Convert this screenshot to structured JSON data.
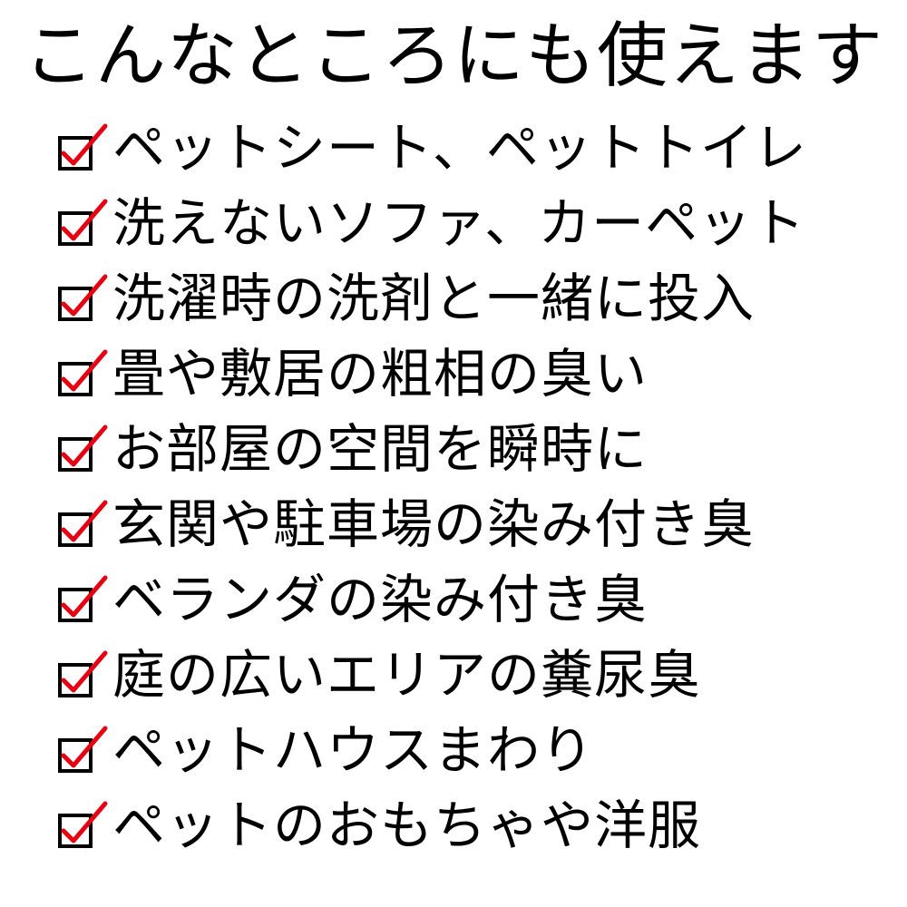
{
  "title": "こんなところにも使えます",
  "colors": {
    "text": "#000000",
    "check": "#e60012",
    "box": "#000000"
  },
  "icon": "checked-box-icon",
  "items": [
    {
      "label": "ペットシート、ペットトイレ"
    },
    {
      "label": "洗えないソファ、カーペット"
    },
    {
      "label": "洗濯時の洗剤と一緒に投入"
    },
    {
      "label": "畳や敷居の粗相の臭い"
    },
    {
      "label": "お部屋の空間を瞬時に"
    },
    {
      "label": "玄関や駐車場の染み付き臭"
    },
    {
      "label": "ベランダの染み付き臭"
    },
    {
      "label": "庭の広いエリアの糞尿臭"
    },
    {
      "label": "ペットハウスまわり"
    },
    {
      "label": "ペットのおもちゃや洋服"
    }
  ]
}
